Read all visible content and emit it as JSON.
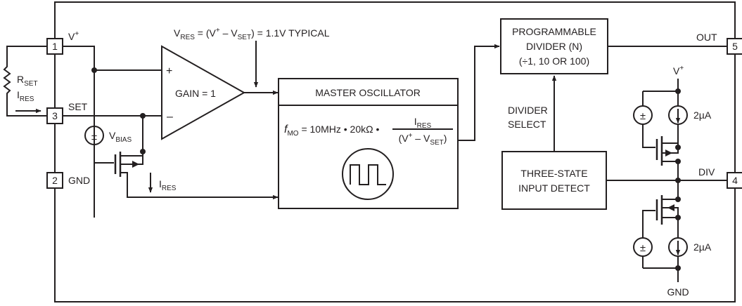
{
  "pins": {
    "vplus": {
      "number": "1",
      "label": "V",
      "sup": "+"
    },
    "set": {
      "number": "3",
      "label": "SET"
    },
    "gnd": {
      "number": "2",
      "label": "GND"
    },
    "out": {
      "number": "5",
      "label": "OUT"
    },
    "div": {
      "number": "4",
      "label": "DIV"
    }
  },
  "rset": {
    "main": "R",
    "sub": "SET"
  },
  "ires_left": {
    "main": "I",
    "sub": "RES"
  },
  "ires_mid": {
    "main": "I",
    "sub": "RES"
  },
  "vbias": {
    "main": "V",
    "sub": "BIAS"
  },
  "vres_eq": {
    "v": "V",
    "res": "RES",
    "mid1": " = (V",
    "plus": "+",
    "mid2": " – V",
    "set": "SET",
    "tail": ") = 1.1V TYPICAL"
  },
  "amp": {
    "plus": "+",
    "minus": "–",
    "gain": "GAIN = 1"
  },
  "oscillator": {
    "title": "MASTER OSCILLATOR",
    "f": "f",
    "f_sub": "MO",
    "eq": " = 10MHz • 20kΩ •",
    "num_main": "I",
    "num_sub": "RES",
    "den_a": "(V",
    "den_plus": "+",
    "den_b": " – V",
    "den_sub": "SET",
    "den_c": ")"
  },
  "divider": {
    "line1": "PROGRAMMABLE",
    "line2": "DIVIDER (N)",
    "line3": "(÷1, 10 OR 100)"
  },
  "divider_select": {
    "line1": "DIVIDER",
    "line2": "SELECT"
  },
  "three_state": {
    "line1": "THREE-STATE",
    "line2": "INPUT DETECT"
  },
  "supply": {
    "vplus": "V",
    "vplus_sup": "+",
    "gnd": "GND"
  },
  "current_upper": "2µA",
  "current_lower": "2µA",
  "plus_minus": "±"
}
